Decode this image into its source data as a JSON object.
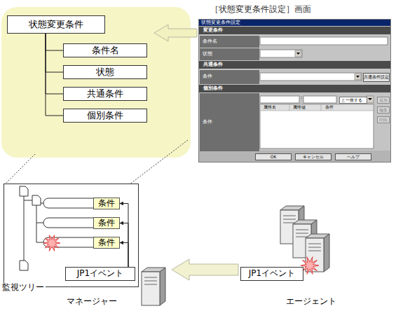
{
  "diagram": {
    "nodes": [
      {
        "text": [
          "状態変更条件"
        ]
      },
      {
        "text": [
          "条件名"
        ]
      },
      {
        "text": [
          "状態"
        ]
      },
      {
        "text": [
          "共通条件"
        ]
      },
      {
        "text": [
          "個別条件"
        ]
      },
      {
        "text": [
          "［状態変更条件設定］画面",
          "状態変更条件設定"
        ]
      },
      {
        "text": [
          "変更条件"
        ],
        "in": 5
      },
      {
        "text": [
          "条件名"
        ],
        "in": 5
      },
      {
        "text": [
          "状態"
        ],
        "in": 5
      },
      {
        "text": [
          "共通条件"
        ],
        "in": 5
      },
      {
        "text": [
          "条件"
        ],
        "in": 5
      },
      {
        "text": [
          "共通条件設定"
        ],
        "in": 5
      },
      {
        "text": [
          "個別条件"
        ],
        "in": 5
      },
      {
        "text": [
          "条件"
        ],
        "in": 5
      },
      {
        "text": [
          "と一致する"
        ],
        "in": 5
      },
      {
        "text": [
          "追加"
        ],
        "in": 5
      },
      {
        "text": [
          "編集"
        ],
        "in": 5
      },
      {
        "text": [
          "削除"
        ],
        "in": 5
      },
      {
        "text": [
          "OK"
        ],
        "in": 5
      },
      {
        "text": [
          "キャンセル"
        ],
        "in": 5
      },
      {
        "text": [
          "ヘルプ"
        ],
        "in": 5
      },
      {
        "text": [
          "監視ツリー"
        ]
      },
      {
        "text": [
          "条件"
        ],
        "in": 21
      },
      {
        "text": [
          "条件"
        ],
        "in": 21
      },
      {
        "text": [
          "条件"
        ],
        "in": 21
      },
      {
        "text": [
          "JP1イベント"
        ],
        "in": 21
      },
      {
        "text": [
          "JP1イベント"
        ]
      }
    ],
    "edges": [
      {
        "from": 0,
        "to": 1,
        "arrow": "none"
      },
      {
        "from": 0,
        "to": 2,
        "arrow": "none"
      },
      {
        "from": 0,
        "to": 3,
        "arrow": "none"
      },
      {
        "from": 0,
        "to": 4,
        "arrow": "none"
      },
      {
        "from": 25,
        "to": 22,
        "arrow": "to"
      },
      {
        "from": 25,
        "to": 23,
        "arrow": "to"
      },
      {
        "from": 25,
        "to": 24,
        "arrow": "to"
      }
    ],
    "labels": [
      ":",
      "属性名",
      "属性値",
      "条件",
      "マネージャー",
      "エージェント"
    ]
  }
}
